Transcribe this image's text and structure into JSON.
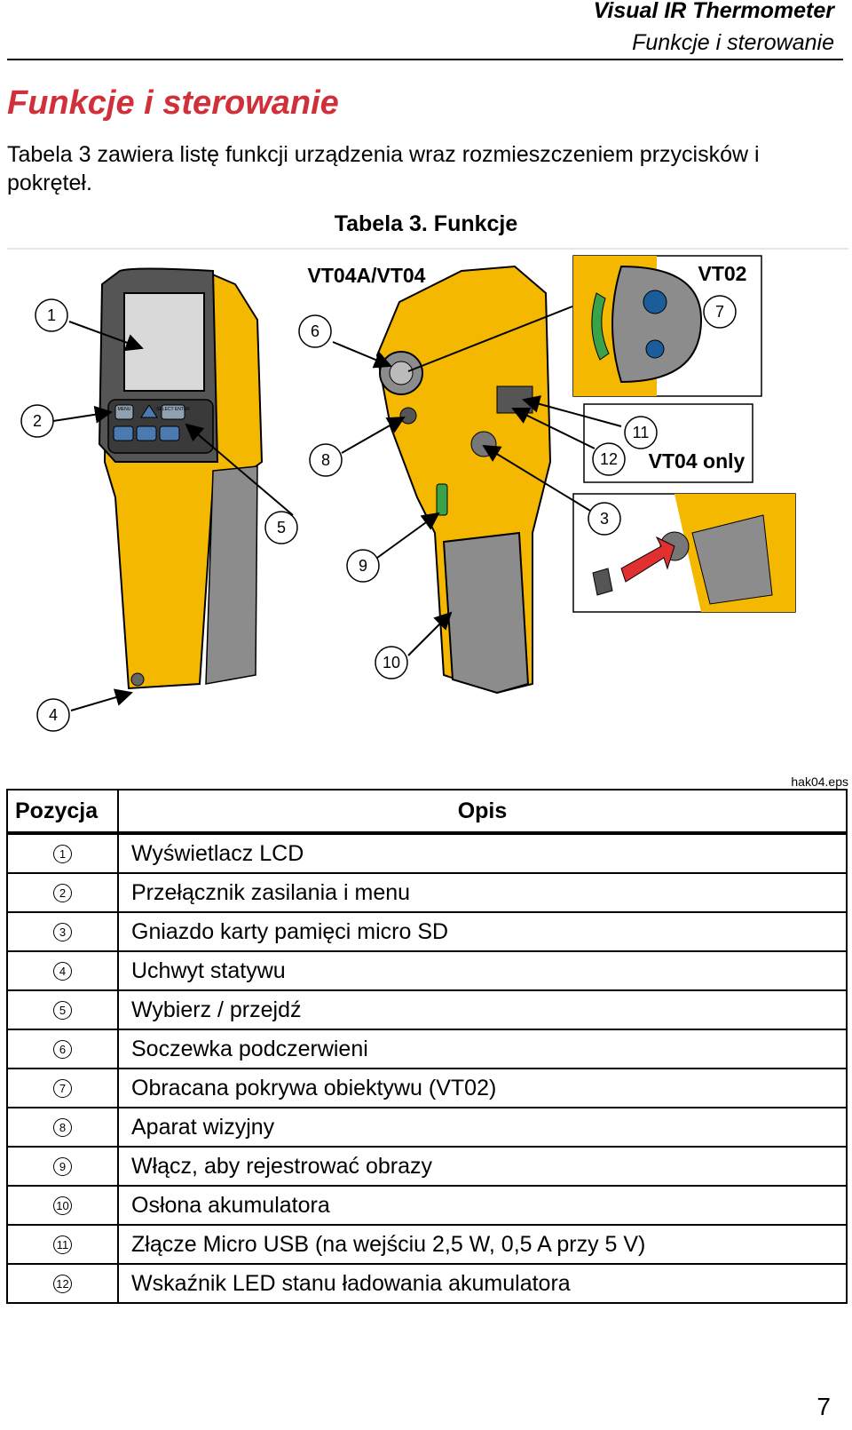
{
  "header": {
    "title": "Visual IR Thermometer",
    "subtitle": "Funkcje i sterowanie"
  },
  "section_title": "Funkcje i sterowanie",
  "intro_text": "Tabela 3 zawiera listę funkcji urządzenia wraz rozmieszczeniem przycisków i pokręteł.",
  "table_caption": "Tabela 3. Funkcje",
  "figure": {
    "label_left_model": "VT04A/VT04",
    "label_vt02": "VT02",
    "label_vt04_only": "VT04 only",
    "file_name": "hak04.eps",
    "callouts": [
      "1",
      "2",
      "3",
      "4",
      "5",
      "6",
      "7",
      "8",
      "9",
      "10",
      "11",
      "12"
    ],
    "button_labels": {
      "menu": "MENU",
      "select": "SELECT ENTER"
    },
    "colors": {
      "body_yellow": "#f5b800",
      "grip_gray": "#8c8c8c",
      "arrow_red": "#e03030",
      "knob_green": "#3aa34a",
      "lens_blue": "#1a5d9a"
    }
  },
  "table": {
    "headers": [
      "Pozycja",
      "Opis"
    ],
    "rows": [
      {
        "pos": "1",
        "desc": "Wyświetlacz LCD"
      },
      {
        "pos": "2",
        "desc": "Przełącznik zasilania i menu"
      },
      {
        "pos": "3",
        "desc": "Gniazdo karty pamięci micro SD"
      },
      {
        "pos": "4",
        "desc": "Uchwyt statywu"
      },
      {
        "pos": "5",
        "desc": "Wybierz / przejdź"
      },
      {
        "pos": "6",
        "desc": "Soczewka podczerwieni"
      },
      {
        "pos": "7",
        "desc": "Obracana pokrywa obiektywu (VT02)"
      },
      {
        "pos": "8",
        "desc": "Aparat wizyjny"
      },
      {
        "pos": "9",
        "desc": "Włącz, aby rejestrować obrazy"
      },
      {
        "pos": "10",
        "desc": "Osłona akumulatora"
      },
      {
        "pos": "11",
        "desc": "Złącze Micro USB (na wejściu 2,5 W, 0,5 A przy 5 V)"
      },
      {
        "pos": "12",
        "desc": "Wskaźnik LED stanu ładowania akumulatora"
      }
    ]
  },
  "page_number": "7"
}
